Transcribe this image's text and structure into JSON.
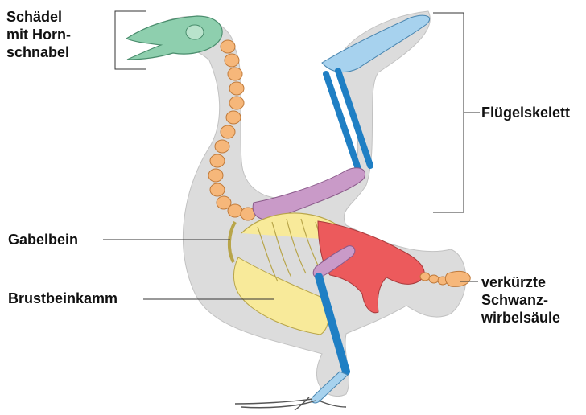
{
  "labels": {
    "skull_line1": "Schädel",
    "skull_line2": "mit Horn-",
    "skull_line3": "schnabel",
    "wing": "Flügelskelett",
    "furcula": "Gabelbein",
    "keel": "Brustbeinkamm",
    "tail_line1": "verkürzte",
    "tail_line2": "Schwanz-",
    "tail_line3": "wirbelsäule"
  },
  "colors": {
    "body_silhouette": "#dcdcdc",
    "skull": "#8ecfae",
    "vertebrae": "#f6b77a",
    "upper_wing": "#a7d2ee",
    "wing_long_bones": "#1f7fc4",
    "humerus_femur": "#c99ac8",
    "ribcage_keel": "#f8ea9a",
    "pelvis": "#ec5a5c",
    "leg_blue": "#1f7fc4",
    "foot": "#a7d2ee"
  }
}
